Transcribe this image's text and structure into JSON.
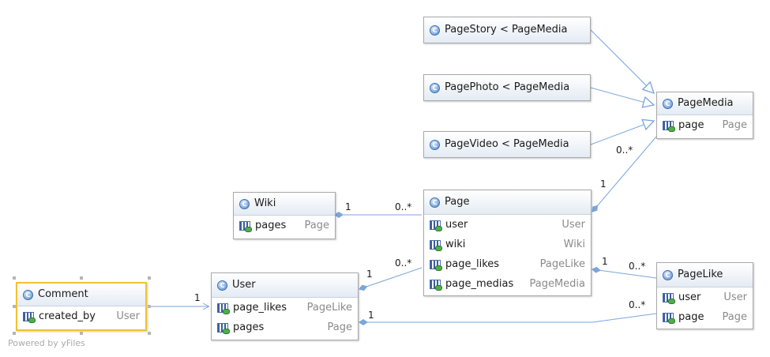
{
  "classes": {
    "pagestory": {
      "name": "PageStory < PageMedia"
    },
    "pagephoto": {
      "name": "PagePhoto < PageMedia"
    },
    "pagevideo": {
      "name": "PageVideo < PageMedia"
    },
    "pagemedia": {
      "name": "PageMedia",
      "fields": [
        {
          "name": "page",
          "type": "Page"
        }
      ]
    },
    "wiki": {
      "name": "Wiki",
      "fields": [
        {
          "name": "pages",
          "type": "Page"
        }
      ]
    },
    "page": {
      "name": "Page",
      "fields": [
        {
          "name": "user",
          "type": "User"
        },
        {
          "name": "wiki",
          "type": "Wiki"
        },
        {
          "name": "page_likes",
          "type": "PageLike"
        },
        {
          "name": "page_medias",
          "type": "PageMedia"
        }
      ]
    },
    "user": {
      "name": "User",
      "fields": [
        {
          "name": "page_likes",
          "type": "PageLike"
        },
        {
          "name": "pages",
          "type": "Page"
        }
      ]
    },
    "comment": {
      "name": "Comment",
      "fields": [
        {
          "name": "created_by",
          "type": "User"
        }
      ]
    },
    "pagelike": {
      "name": "PageLike",
      "fields": [
        {
          "name": "user",
          "type": "User"
        },
        {
          "name": "page",
          "type": "Page"
        }
      ]
    }
  },
  "multiplicities": {
    "pagemedia_page_many": "0..*",
    "pagemedia_page_one": "1",
    "wiki_page_one": "1",
    "wiki_page_many": "0..*",
    "user_page_many": "0..*",
    "user_page_one": "1",
    "page_pagelike_one": "1",
    "page_pagelike_many": "0..*",
    "comment_user_one": "1",
    "user_pagelike_many": "0..*",
    "user_pagelike_one": "1"
  },
  "watermark": "Powered by yFiles",
  "icons": {
    "class": "class-icon",
    "field": "field-icon",
    "class_icon_letter": "C"
  },
  "colors": {
    "selection": "#f2c230",
    "edge": "#7aa6dc",
    "header_gradient_end": "#e4ebf4"
  }
}
